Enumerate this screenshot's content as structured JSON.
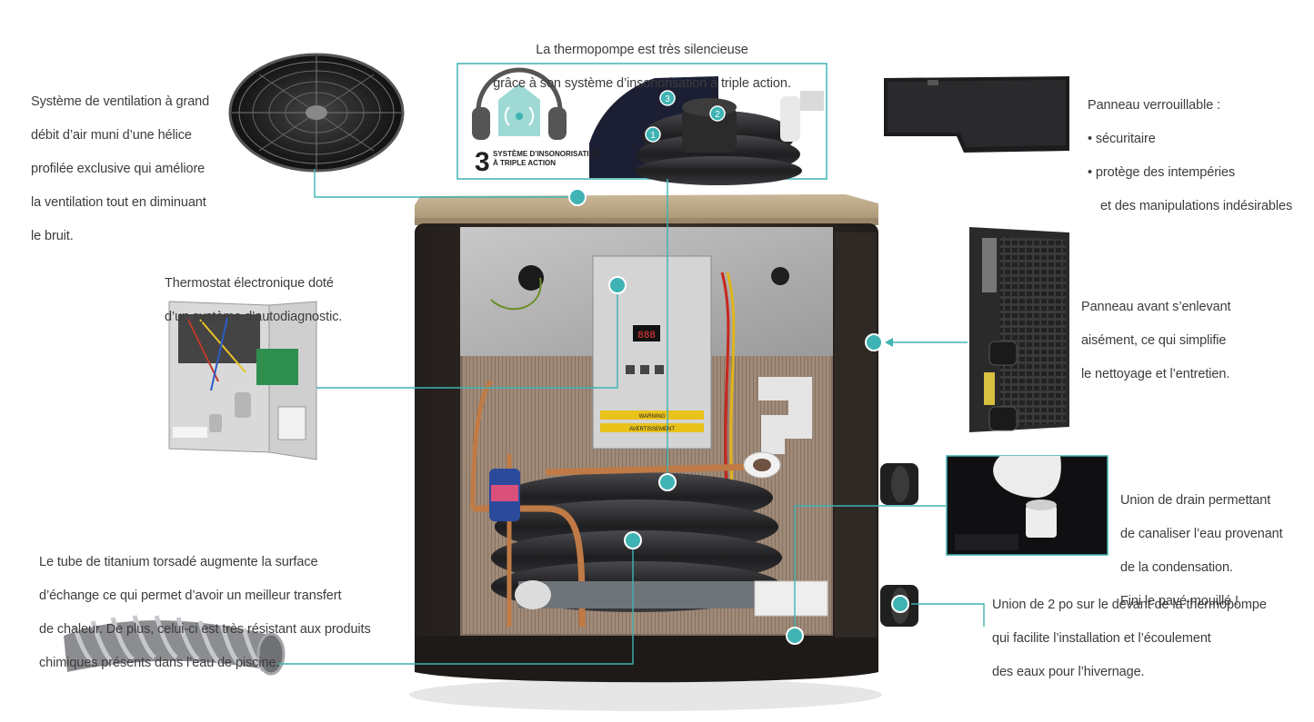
{
  "colors": {
    "accent": "#3fb3b3",
    "unit_body": "#2b2522",
    "unit_lid": "#b8a585",
    "coil_dark": "#2e2e30",
    "copper": "#c07a45"
  },
  "callouts": {
    "noise": {
      "lines": [
        "La thermopompe est très silencieuse",
        "grâce à son système d’insonorisation à triple action."
      ]
    },
    "fan": {
      "lines": [
        "Système de ventilation à grand",
        "débit d’air muni d’une hélice",
        "profilée exclusive qui améliore",
        "la ventilation tout en diminuant",
        "le bruit."
      ]
    },
    "panel_lock": {
      "title": "Panneau verrouillable :",
      "bullets": [
        "sécuritaire",
        "protège des intempéries",
        "et des manipulations indésirables"
      ]
    },
    "thermostat": {
      "lines": [
        "Thermostat électronique doté",
        "d’un système d’autodiagnostic."
      ]
    },
    "front_panel": {
      "lines": [
        "Panneau avant s’enlevant",
        "aisément, ce qui simplifie",
        "le nettoyage et l’entretien."
      ]
    },
    "drain": {
      "lines": [
        "Union de drain permettant",
        "de canaliser l’eau provenant",
        "de la condensation.",
        "Fini le pavé mouillé !"
      ]
    },
    "titanium": {
      "lines": [
        "Le tube de titanium torsadé augmente la surface",
        "d’échange ce qui permet d’avoir un meilleur transfert",
        "de chaleur. De plus, celui-ci est très résistant aux produits",
        "chimiques présents dans l’eau de piscine."
      ]
    },
    "union": {
      "lines": [
        "Union de 2 po sur le devant de la thermopompe",
        "qui facilite l’installation et l’écoulement",
        "des eaux pour l’hivernage."
      ]
    }
  },
  "noise_badge": {
    "number": "3",
    "line1": "SYSTÈME D’INSONORISATION",
    "line2": "À TRIPLE ACTION",
    "markers": [
      "1",
      "2",
      "3"
    ]
  },
  "display": {
    "readout": "888"
  },
  "labels": {
    "warning": "WARNING",
    "avertissement": "AVERTISSEMENT"
  }
}
